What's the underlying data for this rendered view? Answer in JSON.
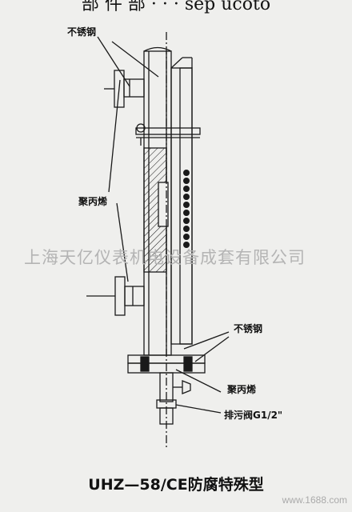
{
  "top_text": "部 件 部 · · · sep   ucoto",
  "labels": {
    "stainless_top": "不锈钢",
    "polypropylene_mid": "聚丙烯",
    "stainless_bottom": "不锈钢",
    "polypropylene_bottom": "聚丙烯",
    "drain_valve": "排污阀G1/2\""
  },
  "watermark": "上海天亿仪表机电设备成套有限公司",
  "caption": "UHZ—58/CE防腐特殊型",
  "footer": "www.1688.com",
  "colors": {
    "line": "#1a1a1a",
    "background": "#efefed",
    "watermark": "#b4b4b4"
  }
}
